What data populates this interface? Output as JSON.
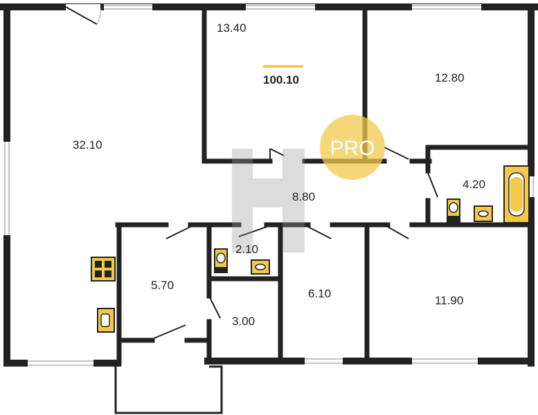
{
  "plan": {
    "total_area": "100.10",
    "rooms": {
      "living": "32.10",
      "bedroom_top": "13.40",
      "bedroom_right": "12.80",
      "bath": "4.20",
      "hall": "8.80",
      "wc": "2.10",
      "room_a": "5.70",
      "room_b": "3.00",
      "room_c": "6.10",
      "bedroom_bottom": "11.90"
    },
    "watermark": "PRO",
    "colors": {
      "wall": "#222222",
      "fixture": "#f2c94c",
      "fixture_dark": "#e0a800",
      "accent": "#f2c94c",
      "watermark_letter": "#9a9a9a"
    },
    "icons": [
      "kitchen-stove-icon",
      "kitchen-sink-icon",
      "toilet-icon",
      "washbasin-icon",
      "bathtub-icon"
    ]
  }
}
